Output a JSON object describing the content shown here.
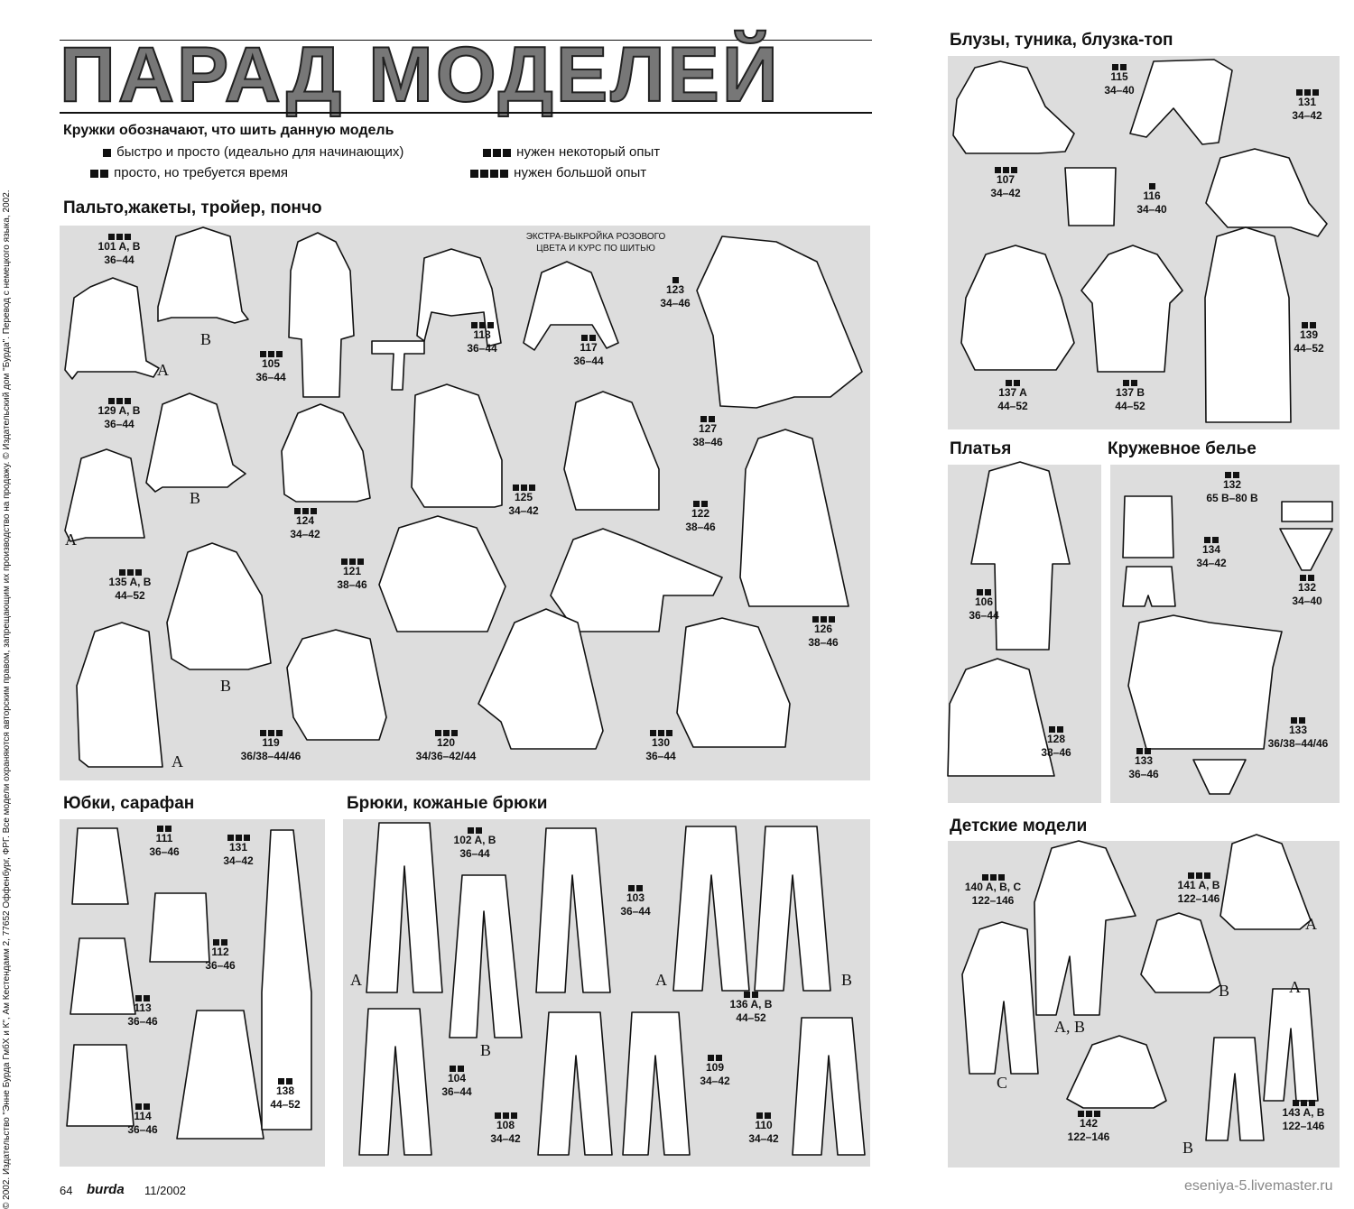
{
  "title": "ПАРАД МОДЕЛЕЙ",
  "legend": {
    "heading": "Кружки обозначают, что шить данную модель",
    "items": [
      {
        "squares": 1,
        "text": "быстро и просто (идеально для начинающих)"
      },
      {
        "squares": 2,
        "text": "просто, но требуется время"
      },
      {
        "squares": 3,
        "text": "нужен некоторый опыт"
      },
      {
        "squares": 4,
        "text": "нужен большой опыт"
      }
    ]
  },
  "sections": {
    "coats": "Пальто,жакеты, тройер, пончо",
    "skirts": "Юбки, сарафан",
    "trousers": "Брюки, кожаные брюки",
    "blouses": "Блузы, туника, блузка-топ",
    "dresses": "Платья",
    "lingerie": "Кружевное белье",
    "kids": "Детские модели"
  },
  "extra_note": "ЭКСТРА-ВЫКРОЙКА РОЗОВОГО\nЦВЕТА И КУРС ПО ШИТЬЮ",
  "labels": {
    "m101": {
      "num": "101 A, B",
      "size": "36–44",
      "sq": 3
    },
    "m105": {
      "num": "105",
      "size": "36–44",
      "sq": 3
    },
    "m118": {
      "num": "118",
      "size": "36–44",
      "sq": 3
    },
    "m117": {
      "num": "117",
      "size": "36–44",
      "sq": 2
    },
    "m123": {
      "num": "123",
      "size": "34–46",
      "sq": 1
    },
    "m129": {
      "num": "129 A, B",
      "size": "36–44",
      "sq": 3
    },
    "m124": {
      "num": "124",
      "size": "34–42",
      "sq": 3
    },
    "m125": {
      "num": "125",
      "size": "34–42",
      "sq": 3
    },
    "m127": {
      "num": "127",
      "size": "38–46",
      "sq": 2
    },
    "m122": {
      "num": "122",
      "size": "38–46",
      "sq": 2
    },
    "m135": {
      "num": "135 A, B",
      "size": "44–52",
      "sq": 3
    },
    "m121": {
      "num": "121",
      "size": "38–46",
      "sq": 3
    },
    "m126": {
      "num": "126",
      "size": "38–46",
      "sq": 3
    },
    "m119": {
      "num": "119",
      "size": "36/38–44/46",
      "sq": 3
    },
    "m120": {
      "num": "120",
      "size": "34/36–42/44",
      "sq": 3
    },
    "m130": {
      "num": "130",
      "size": "36–44",
      "sq": 3
    },
    "m111": {
      "num": "111",
      "size": "36–46",
      "sq": 2
    },
    "m131s": {
      "num": "131",
      "size": "34–42",
      "sq": 3
    },
    "m112": {
      "num": "112",
      "size": "36–46",
      "sq": 2
    },
    "m113": {
      "num": "113",
      "size": "36–46",
      "sq": 2
    },
    "m138": {
      "num": "138",
      "size": "44–52",
      "sq": 2
    },
    "m114": {
      "num": "114",
      "size": "36–46",
      "sq": 2
    },
    "m102": {
      "num": "102 A, B",
      "size": "36–44",
      "sq": 2
    },
    "m103": {
      "num": "103",
      "size": "36–44",
      "sq": 2
    },
    "m136": {
      "num": "136 A, B",
      "size": "44–52",
      "sq": 2
    },
    "m104": {
      "num": "104",
      "size": "36–44",
      "sq": 2
    },
    "m109": {
      "num": "109",
      "size": "34–42",
      "sq": 2
    },
    "m108": {
      "num": "108",
      "size": "34–42",
      "sq": 3
    },
    "m110": {
      "num": "110",
      "size": "34–42",
      "sq": 2
    },
    "m115": {
      "num": "115",
      "size": "34–40",
      "sq": 2
    },
    "m131": {
      "num": "131",
      "size": "34–42",
      "sq": 3
    },
    "m107": {
      "num": "107",
      "size": "34–42",
      "sq": 3
    },
    "m116": {
      "num": "116",
      "size": "34–40",
      "sq": 1
    },
    "m137a": {
      "num": "137 A",
      "size": "44–52",
      "sq": 2
    },
    "m137b": {
      "num": "137 B",
      "size": "44–52",
      "sq": 2
    },
    "m139": {
      "num": "139",
      "size": "44–52",
      "sq": 2
    },
    "m106": {
      "num": "106",
      "size": "36–44",
      "sq": 2
    },
    "m128": {
      "num": "128",
      "size": "38–46",
      "sq": 2
    },
    "m132a": {
      "num": "132",
      "size": "65 B–80 B",
      "sq": 2
    },
    "m134": {
      "num": "134",
      "size": "34–42",
      "sq": 2
    },
    "m132b": {
      "num": "132",
      "size": "34–40",
      "sq": 2
    },
    "m133a": {
      "num": "133",
      "size": "36–46",
      "sq": 2
    },
    "m133b": {
      "num": "133",
      "size": "36/38–44/46",
      "sq": 2
    },
    "m140": {
      "num": "140 A, B, C",
      "size": "122–146",
      "sq": 3
    },
    "m141": {
      "num": "141 A, B",
      "size": "122–146",
      "sq": 3
    },
    "m142": {
      "num": "142",
      "size": "122–146",
      "sq": 3
    },
    "m143": {
      "num": "143 A, B",
      "size": "122–146",
      "sq": 3
    }
  },
  "letters": {
    "A": "A",
    "B": "B",
    "AB": "A, B",
    "C": "C"
  },
  "copyright": "© 2002. Издательство \"Энне Бурда ГмбХ и К\", Ам Кестендамм 2, 77652 Оффенбург, ФРГ. Все модели охраняются авторским правом, запрещающим их производство на продажу. © Издательский дом \"Бурда\". Перевод с немецкого языка, 2002.",
  "footer": {
    "page": "64",
    "brand": "burda",
    "issue": "11/2002"
  },
  "watermark": "eseniya-5.livemaster.ru"
}
